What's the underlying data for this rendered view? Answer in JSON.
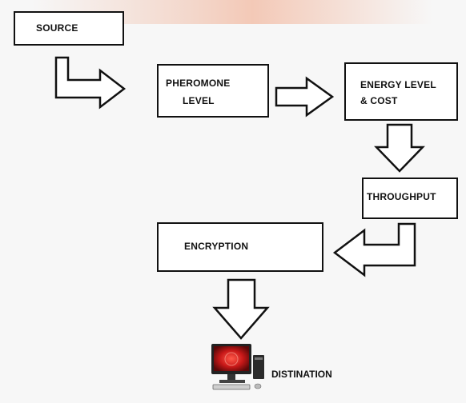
{
  "diagram": {
    "nodes": {
      "source": "SOURCE",
      "pheromone": [
        "PHEROMONE",
        "LEVEL"
      ],
      "energy": [
        "ENERGY LEVEL",
        "& COST"
      ],
      "throughput": "THROUGHPUT",
      "encryption": "ENCRYPTION",
      "destination": "DISTINATION"
    },
    "icons": [
      "desktop-computer-icon"
    ],
    "colors": {
      "stroke": "#111111",
      "box_fill": "#ffffff",
      "background": "#f7f7f7",
      "band_accent": "#f3c9b7",
      "computer_red": "#c81818"
    }
  }
}
